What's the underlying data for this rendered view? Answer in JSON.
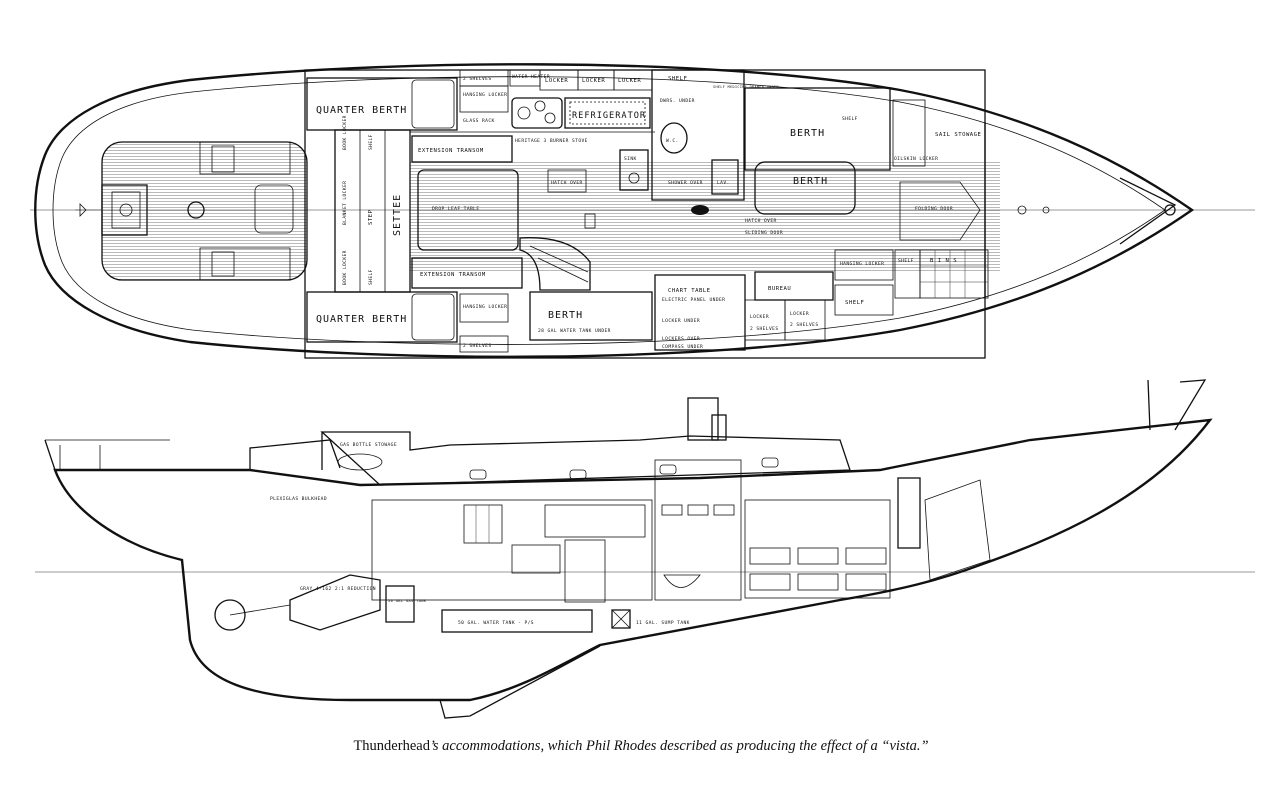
{
  "caption": {
    "name": "Thunderhead",
    "rest": "’s accommodations, which Phil Rhodes described as producing the effect of a “vista.”"
  },
  "plan_labels": {
    "quarter_berth_upper": "QUARTER BERTH",
    "quarter_berth_lower": "QUARTER BERTH",
    "shelves_upper": "2 SHELVES",
    "water_heater": "WATER HEATER",
    "hanging_locker_upper": "HANGING LOCKER",
    "glass rack": "GLASS RACK",
    "locker_1": "LOCKER",
    "locker_2": "LOCKER",
    "locker_3": "LOCKER",
    "refrigerator": "REFRIGERATOR",
    "stove": "HERITAGE 3 BURNER STOVE",
    "shelf_head": "SHELF",
    "dwrs_under": "DWRS. UNDER",
    "shelf_medicine": "SHELF MEDICINE DRAWER UNDER",
    "wc": "W.C.",
    "sink": "SINK",
    "lav": "LAV.",
    "shower_over": "SHOWER OVER",
    "hatch_over": "HATCH OVER",
    "book_locker_upper": "BOOK LOCKER",
    "shelf_v1": "SHELF",
    "blanket_locker": "BLANKET LOCKER",
    "step": "STEP",
    "settee": "SETTEE",
    "book_locker_lower": "BOOK LOCKER",
    "shelf_v2": "SHELF",
    "extension_transom_upper": "EXTENSION TRANSOM",
    "extension_transom_lower": "EXTENSION TRANSOM",
    "drop_leaf_table": "DROP LEAF TABLE",
    "hanging_locker_lower": "HANGING LOCKER",
    "shelves_lower": "2 SHELVES",
    "berth_lower": "BERTH",
    "water_tank_under": "28 GAL WATER TANK UNDER",
    "chart_table": "CHART TABLE",
    "electric_panel": "ELECTRIC PANEL UNDER",
    "locker_under": "LOCKER UNDER",
    "lockers_over": "LOCKERS OVER",
    "compass_under": "COMPASS UNDER",
    "bureau": "BUREAU",
    "locker_b1": "LOCKER",
    "locker_b2": "LOCKER",
    "shelves_b1": "2 SHELVES",
    "shelves_b2": "2 SHELVES",
    "hanging_locker_fwd": "HANGING LOCKER",
    "shelf_fwd": "SHELF",
    "shelf_fwd2": "SHELF",
    "bins": "B I N S",
    "berth_upper": "BERTH",
    "berth_mid": "BERTH",
    "shelf_berth": "SHELF",
    "sail_stowage": "SAIL STOWAGE",
    "oilskin_locker": "OILSKIN LOCKER",
    "folding_door": "FOLDING DOOR",
    "hatch_over_fwd": "HATCH OVER",
    "sliding_door": "SLIDING DOOR"
  },
  "profile_labels": {
    "gas_bottle": "GAS BOTTLE STOWAGE",
    "plexiglas": "PLEXIGLAS BULKHEAD",
    "gray_marine": "GRAY 4-162 2:1 REDUCTION",
    "gas_tank": "56 GAL GAS TANK",
    "water_tank": "50 GAL. WATER TANK - P/S",
    "sump_tank": "11 GAL. SUMP TANK"
  }
}
